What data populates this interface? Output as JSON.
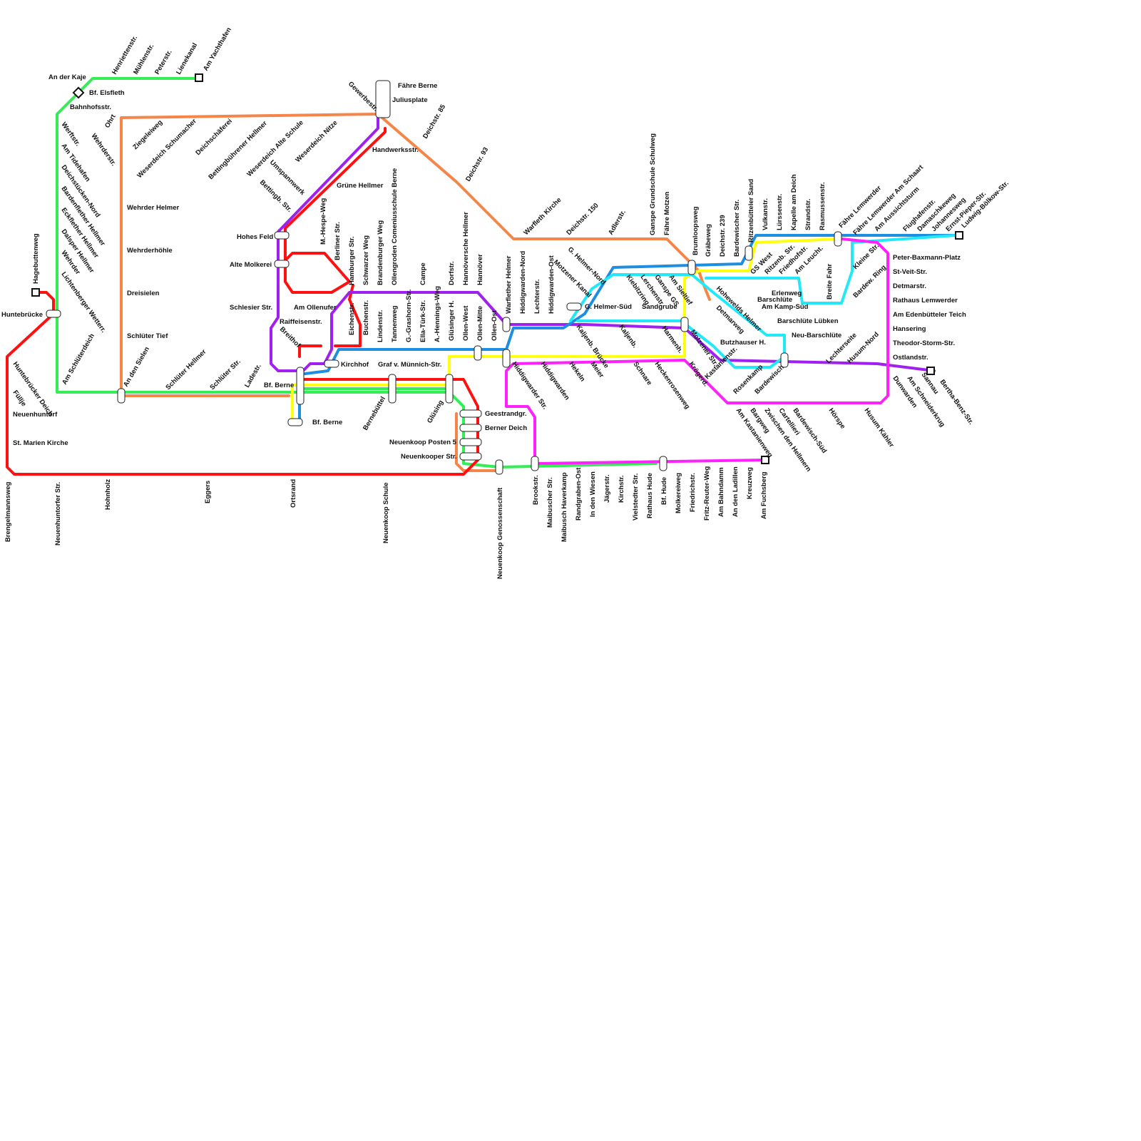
{
  "colors": {
    "red": "#ff1111",
    "green": "#33ee55",
    "orange": "#f5864a",
    "purple": "#a020f0",
    "blue": "#1e8ee0",
    "yellow": "#ffff11",
    "cyan": "#22e8f8",
    "magenta": "#ff22ff"
  },
  "stations": {
    "an_der_kaje": "An der Kaje",
    "henriettenstr": "Henriettenstr.",
    "muehlenstr": "Mühlenstr.",
    "peterstr": "Peterstr.",
    "lienekanal": "Lienekanal",
    "am_yachthafen": "Am Yachthafen",
    "bf_elsfleth": "Bf. Elsfleth",
    "bahnhofsstr": "Bahnhofsstr.",
    "werftstr": "Werftstr.",
    "am_tidehafen": "Am Tidehafen",
    "deichstuecken_nord": "Deichstücken-Nord",
    "bardenflether_hellmer": "Bardenflether Hellmer",
    "eckflether_hellmer": "Eckflether Hellmer",
    "dalsper_hellmer": "Dalsper Hellmer",
    "wehrder": "Wehrder",
    "lichtenberger_wetterr": "Lichtenberger Wetterr.",
    "am_schluesterdeich": "Am Schlüterdeich",
    "hagebuttenweg": "Hagebuttenweg",
    "huntebruecke": "Huntebrücke",
    "huntebruecker_deich": "Huntebrücker Deich",
    "fuellje": "Füllje",
    "neuenhuntorf": "Neuenhuntorf",
    "st_marien_kirche": "St. Marien Kirche",
    "brengelmannsweg": "Brengelmannsweg",
    "neuenhuntorfer_str": "Neuenhuntorfer Str.",
    "hohnholz": "Hohnholz",
    "eggers": "Eggers",
    "ortsrand": "Ortsrand",
    "neuenkoop_schule": "Neuenkoop Schule",
    "neuenkoop_genossenschaft": "Neuenkoop Genossenschaft",
    "ohrt": "Ohrt",
    "wehrderstr": "Wehrderstr.",
    "ziegeleiweg": "Ziegeleiweg",
    "weserdeich_schumacher": "Weserdeich Schumacher",
    "deichschaeferei": "Deichschäferei",
    "bettingbuehrener_hellmer": "Bettingbührener Hellmer",
    "weserdeich_alte_schule": "Weserdeich Alte Schule",
    "weserdeich_nitze": "Weserdeich Nitze",
    "gewerbestr": "Gewerbestr.",
    "faehre_berne": "Fähre Berne",
    "juliusplate": "Juliusplate",
    "deichstr_85": "Deichstr. 85",
    "deichstr_93": "Deichstr. 93",
    "warfleth_kirche": "Warfleth Kirche",
    "deichstr_150": "Deichstr. 150",
    "adlerstr": "Adlerstr.",
    "ganspe_grundschule_schulweg": "Ganspe Grundschule Schulweg",
    "faehre_motzen": "Fähre Motzen",
    "brumloopsweg": "Brumloopsweg",
    "wehrder_helmer": "Wehrder Helmer",
    "wehrderhoehle": "Wehrderhöhle",
    "dreisielen": "Dreisielen",
    "schlueter_tief": "Schlüter Tief",
    "an_den_sielen": "An den Sielen",
    "schlueter_hellmer": "Schlüter Hellmer",
    "schlueter_str": "Schlüter Str.",
    "ladestr": "Ladestr.",
    "bf_berne": "Bf. Berne",
    "bf_berne_2": "Bf. Berne",
    "handwerksstr": "Handwerksstr.",
    "gruene_hellmer": "Grüne Hellmer",
    "umspannwerk": "Umspannwerk",
    "bettingb_str": "Bettingb. Str.",
    "hohes_feld": "Hohes Feld",
    "alte_molkerei": "Alte Molkerei",
    "schlesier_str": "Schlesier Str.",
    "m_hespe_weg": "M.-Hespe-Weg",
    "berliner_str": "Berliner Str.",
    "hamburger_str": "Hamburger Str.",
    "schwarzer_weg": "Schwarzer Weg",
    "brandenburger_weg": "Brandenburger Weg",
    "ollengroden_comeniusschule": "Ollengroden Comeniusschule Berne",
    "campe": "Campe",
    "dorfstr": "Dorfstr.",
    "hannoversche_hellmer": "Hannöversche Hellmer",
    "hannoever": "Hannöver",
    "am_ollenufer": "Am Ollenufer",
    "raiffeisenstr": "Raiffeisenstr.",
    "breithof": "Breithof",
    "eichenstr": "Eichenstr.",
    "buchenstr": "Buchenstr.",
    "lindenstr": "Lindenstr.",
    "tannenweg": "Tannenweg",
    "g_grashorn_str": "G.-Grashorn-Str.",
    "ella_tuerk_str": "Ella-Türk-Str.",
    "a_hennings_weg": "A.-Hennings-Weg",
    "gluesinger_h": "Glüsinger H.",
    "ollen_west": "Ollen-West",
    "ollen_mitte": "Ollen-Mitte",
    "ollen_ost": "Ollen-Ost",
    "kirchhof": "Kirchhof",
    "graf_v_muennich_str": "Graf v. Münnich-Str.",
    "bernebuettel": "Bernebüttel",
    "gluesing": "Glüsing",
    "geestrandgr": "Geestrandgr.",
    "berner_deich": "Berner Deich",
    "neuenkoop_posten_5": "Neuenkoop Posten 5",
    "neuenkooper_str": "Neuenkooper Str.",
    "warflether_helmer": "Warflether Helmer",
    "hiddigwarden_nord": "Hiddigwarden-Nord",
    "lechterstr": "Lechterstr.",
    "hiddigwarden_ost": "Hiddigwarden-Ost",
    "hiddigwarder_str": "Hiddigwarder Str.",
    "hiddigwarden": "Hiddigwarden",
    "hekeln": "Hekeln",
    "meier": "Meier",
    "schnare": "Schnare",
    "heckenrosenweg": "Heckenrosenweg",
    "kroegerd": "Krögerd.",
    "motzener_kanal": "Motzener Kanal",
    "g_helmer_nord": "G. Helmer-Nord",
    "g_helmer_sued": "G. Helmer-Süd",
    "kiebitzring": "Kiebitzring",
    "lerchenstr": "Lerchenstr.",
    "ganspe_gs": "Ganspe GS",
    "am_sieltief": "Am Sieltief",
    "sandgrube": "Sandgrube",
    "kaljenb_bruecke": "Kaljenb. Brücke",
    "kaljenb": "Kaljenb.",
    "harmenh": "Harmenh.",
    "motzener_str": "Motzener Str.",
    "graebeweg": "Gräbeweg",
    "deichstr_239": "Deichstr. 239",
    "bardewischer_str": "Bardewischer Str.",
    "ritzenbuetteler_sand": "Ritzenbütteler Sand",
    "vulkanstr": "Vulkanstr.",
    "luerssenstr": "Lürssenstr.",
    "kapelle_am_deich": "Kapelle am Deich",
    "strandstr": "Strandstr.",
    "rasmussenstr": "Rasmussenstr.",
    "faehre_lemwerder": "Fähre Lemwerder",
    "faehre_lemwerder_am_schaart": "Fähre Lemwerder Am Schaart",
    "am_aussichtsturm": "Am Aussichtsturm",
    "flughafenstr": "Flughafenstr.",
    "damaschkeweg": "Damaschkeweg",
    "johannesweg": "Johannesweg",
    "ernst_pieper_str": "Ernst-Pieper-Str.",
    "ludwig_boelkow_str": "Ludwig-Bölkow-Str.",
    "hohewelds_helmer": "Hohewelds Helmer",
    "detmarweg": "Detmarweg",
    "butzhauser_h": "Butzhauser H.",
    "gs_west": "GS West",
    "ritzenb_str": "Ritzenb. Str.",
    "friedhofstr": "Friedhofstr.",
    "am_leucht": "Am Leucht.",
    "erlenweg": "Erlenweg",
    "barschluete": "Barschlüte",
    "am_kamp_sued": "Am Kamp-Süd",
    "breite_fahr": "Breite Fahr",
    "barschluete_luebken": "Barschlüte Lübken",
    "neu_barschluete": "Neu-Barschlüte",
    "kleine_str": "Kleine Str.",
    "bardew_ring": "Bardew. Ring",
    "kastanienstr": "Kastanienstr.",
    "rosenkamp": "Rosenkamp",
    "bardewisch": "Bardewisch",
    "lechterseite": "Lechterseite",
    "husum_nord": "Husum-Nord",
    "peter_baxmann_platz": "Peter-Baxmann-Platz",
    "st_veit_str": "St-Veit-Str.",
    "detmarstr": "Detmarstr.",
    "rathaus_lemwerder": "Rathaus Lemwerder",
    "am_edenbuetteler_teich": "Am Edenbütteler Teich",
    "hansering": "Hansering",
    "theodor_storm_str": "Theodor-Storm-Str.",
    "ostlandstr": "Ostlandstr.",
    "dunwarden": "Dunwarden",
    "am_schneiderkrug": "Am Schneiderkrug",
    "sannau": "Sannau",
    "bertha_benz_str": "Bertha-Benz-Str.",
    "am_kastanienweg": "Am Kastanienweg",
    "bargweg": "Bargweg",
    "zwischen_den_hellmern": "Zwischen den Hellmern",
    "cartellieri": "Cartellieri",
    "bardewisch_sued": "Bardewisch-Süd",
    "hoerspe": "Hörspe",
    "husum_kaehler": "Husum Kähler",
    "brookstr": "Brookstr.",
    "maibuscher_str": "Maibuscher Str.",
    "maibusch_haverkamp": "Maibusch Haverkamp",
    "randgraben_ost": "Randgraben-Ost",
    "in_den_wiesen": "In den Wiesen",
    "jaegerstr": "Jägerstr.",
    "kirchstr": "Kirchstr.",
    "vielstedter_str": "Vielstedter Str.",
    "rathaus_hude": "Rathaus Hude",
    "bf_hude": "Bf. Hude",
    "molkereiweg": "Molkereiweg",
    "friedrichstr": "Friedrichstr.",
    "fritz_reuter_weg": "Fritz-Reuter-Weg",
    "am_bahndamm": "Am Bahndamm",
    "an_den_ladillen": "An den Ladillen",
    "kreuzweg": "Kreuzweg",
    "am_fuchsberg": "Am Fuchsberg"
  }
}
